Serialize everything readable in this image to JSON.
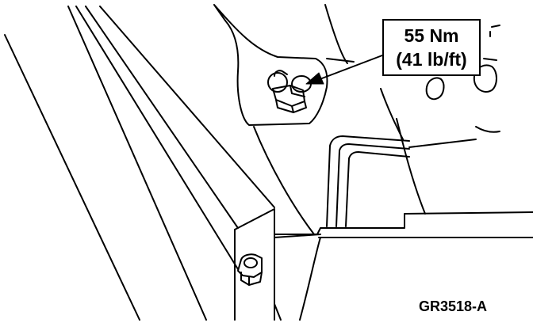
{
  "callout": {
    "torque_metric": "55 Nm",
    "torque_imperial": "(41 lb/ft)"
  },
  "figure": {
    "id": "GR3518-A"
  },
  "colors": {
    "line": "#000000",
    "background": "#ffffff"
  },
  "icons": {
    "upper_fastener": "hex-bolt-icon",
    "lower_fastener": "hex-bolt-icon",
    "leader": "arrow-icon"
  }
}
